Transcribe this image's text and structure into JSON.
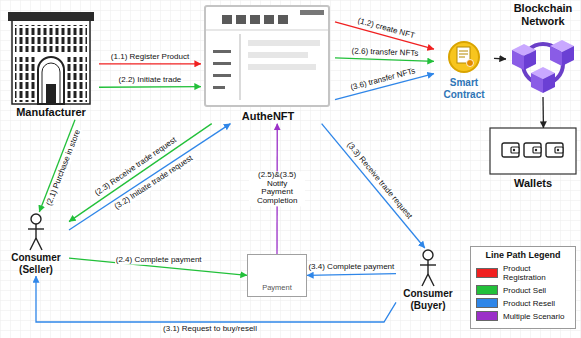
{
  "diagram": {
    "nodes": [
      {
        "text": [
          "Manufacturer"
        ]
      },
      {
        "text": [
          "AutheNFT"
        ]
      },
      {
        "text": [
          "Smart Contract"
        ]
      },
      {
        "text": [
          "Blockchain Network"
        ]
      },
      {
        "text": [
          "Wallets"
        ]
      },
      {
        "text": [
          "Consumer (Seller)"
        ]
      },
      {
        "text": [
          "Payment"
        ]
      },
      {
        "text": [
          "Consumer (Buyer)"
        ]
      }
    ],
    "edges": [
      {
        "from": 0,
        "to": 1,
        "label": "(1.1) Register Product",
        "arrow": "to"
      },
      {
        "from": 0,
        "to": 1,
        "label": "(2.2) Initiate trade",
        "arrow": "to"
      },
      {
        "from": 1,
        "to": 2,
        "label": "(1.2) create NFT",
        "arrow": "to"
      },
      {
        "from": 1,
        "to": 2,
        "label": "(2.6) transfer NFTs",
        "arrow": "to"
      },
      {
        "from": 1,
        "to": 2,
        "label": "(3.6) transfer NFTs",
        "arrow": "to"
      },
      {
        "from": 2,
        "to": 3,
        "arrow": "to"
      },
      {
        "from": 3,
        "to": 4,
        "arrow": "to"
      },
      {
        "from": 0,
        "to": 5,
        "label": "(2.1) Purchase in store",
        "arrow": "to"
      },
      {
        "from": 1,
        "to": 5,
        "label": "(2.3) Receive trade request",
        "arrow": "to"
      },
      {
        "from": 5,
        "to": 1,
        "label": "(3.2) Initiate trade request",
        "arrow": "to"
      },
      {
        "from": 5,
        "to": 6,
        "label": "(2.4) Complete payment",
        "arrow": "to"
      },
      {
        "from": 6,
        "to": 1,
        "label": "(2.5)&(3.5) Notify Payment Completion",
        "arrow": "to"
      },
      {
        "from": 7,
        "to": 6,
        "label": "(3.4) Complete payment",
        "arrow": "to"
      },
      {
        "from": 1,
        "to": 7,
        "label": "(3.3) Receive trade request",
        "arrow": "to"
      },
      {
        "from": 7,
        "to": 5,
        "label": "(3.1) Request to buy/resell",
        "arrow": "to"
      }
    ],
    "labels": [
      "Line Path Legend"
    ],
    "legend": [
      {
        "text": "Product Registration",
        "color": "#f02020"
      },
      {
        "text": "Product Sell",
        "color": "#22c03a"
      },
      {
        "text": "Product Resell",
        "color": "#2f86e8"
      },
      {
        "text": "Multiple Scenario",
        "color": "#9b30c8"
      }
    ]
  }
}
